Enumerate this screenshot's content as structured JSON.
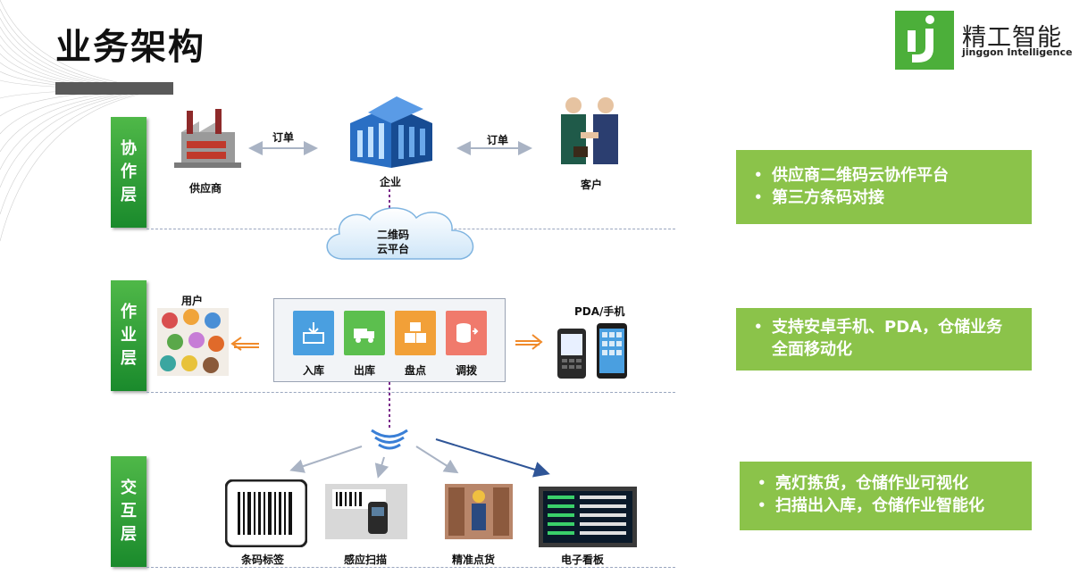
{
  "page": {
    "title": "业务架构"
  },
  "logo": {
    "name": "精工智能",
    "subtitle": "jinggon Intelligence"
  },
  "layers": {
    "collab": {
      "label_chars": [
        "协",
        "作",
        "层"
      ]
    },
    "work": {
      "label_chars": [
        "作",
        "业",
        "层"
      ]
    },
    "interact": {
      "label_chars": [
        "交",
        "互",
        "层"
      ]
    }
  },
  "collab": {
    "supplier": "供应商",
    "enterprise": "企业",
    "customer": "客户",
    "order_left": "订单",
    "order_right": "订单",
    "cloud_line1": "二维码",
    "cloud_line2": "云平台"
  },
  "work": {
    "user": "用户",
    "pda": "PDA/手机",
    "tiles": [
      "入库",
      "出库",
      "盘点",
      "调拨"
    ]
  },
  "interact": {
    "items": [
      "条码标签",
      "感应扫描",
      "精准点货",
      "电子看板"
    ]
  },
  "notes": {
    "collab": [
      "供应商二维码云协作平台",
      "第三方条码对接"
    ],
    "work": [
      "支持安卓手机、PDA，仓储业务全面移动化"
    ],
    "interact": [
      "亮灯拣货，仓储作业可视化",
      "扫描出入库，仓储作业智能化"
    ]
  },
  "colors": {
    "layer_green": "#2c9b3a",
    "note_green": "#8bc34a",
    "tile_blue": "#4a9fe0",
    "tile_green": "#5cbf4e",
    "tile_orange": "#f2a038",
    "tile_red": "#f07a6c"
  }
}
